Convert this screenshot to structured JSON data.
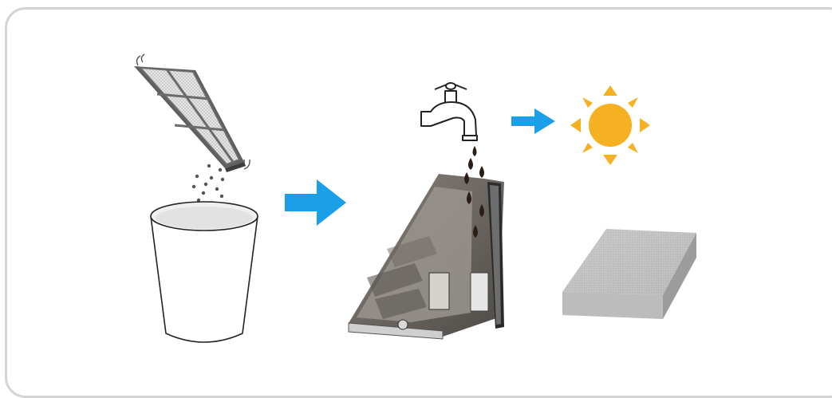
{
  "diagram": {
    "kind": "filter-cleaning-instructions",
    "steps": [
      {
        "id": "tap-out-dust",
        "icon": "filter-over-bin-icon"
      },
      {
        "id": "rinse-with-water",
        "icon": "faucet-rinse-dust-box-icon"
      },
      {
        "id": "dry-in-sun",
        "icon": "sun-icon"
      }
    ],
    "colors": {
      "arrow": "#1a9fe8",
      "sun": "#f5b122",
      "filter_frame": "#6b6b6b",
      "dust_box": "#7a7570",
      "outline": "#222222",
      "panel_border": "#d4d4d4"
    }
  }
}
